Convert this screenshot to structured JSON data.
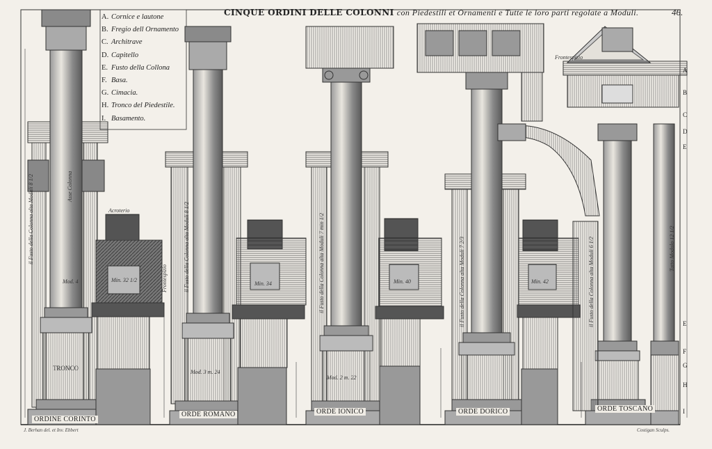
{
  "plate": {
    "title_main": "CINQUE ORDINI DELLE COLONNI",
    "title_sub": "con Piedestili et Ornamenti e Tutte le loro parti regolate a Moduli.",
    "page_number": "46.",
    "credit_left": "J. Berhan del. et Inv. Ebbert",
    "credit_right": "Costigan Sculps."
  },
  "legend": [
    {
      "key": "A.",
      "text": "Cornice e lautone"
    },
    {
      "key": "B.",
      "text": "Fregio dell Ornamento"
    },
    {
      "key": "C.",
      "text": "Architrave"
    },
    {
      "key": "D.",
      "text": "Capitello"
    },
    {
      "key": "E.",
      "text": "Fusto della Collona"
    },
    {
      "key": "F.",
      "text": "Basa."
    },
    {
      "key": "G.",
      "text": "Cimacia."
    },
    {
      "key": "H.",
      "text": "Tronco del Piedestile."
    },
    {
      "key": "I.",
      "text": "Basamento."
    }
  ],
  "orders": [
    {
      "label": "ORDINE CORINTO"
    },
    {
      "label": "ORDE ROMANO"
    },
    {
      "label": "ORDE IONICO"
    },
    {
      "label": "ORDE DORICO"
    },
    {
      "label": "ORDE TOSCANO"
    }
  ],
  "annotations": {
    "tronco": "TRONCO",
    "acroterio": "Acroterio",
    "frontespizio_l": "Frontespizio",
    "frontespizio_r": "Frontespizio",
    "asse_colonna": "Asse Colonna",
    "fusto_corinto": "il Fusto della Colonna alta Moduli 8 1/2",
    "fusto_romano": "il Fusto della Colonna alta Moduli 8 1/2",
    "fusto_ionico": "il Fusto della Colonna alta Moduli 7 min 1/2",
    "fusto_dorico": "il Fusto della Colonna alta Moduli 7 2/3",
    "fusto_toscano": "il Fusto della Colonna alta Moduli 6 1/2",
    "tutto_modulo": "Tutto Modulo 12 1/2",
    "mod_4": "Mod. 4",
    "min_32": "Min. 32 1/2",
    "min_34": "Min. 34",
    "min_40": "Min. 40",
    "min_42": "Min. 42",
    "mod2": "Mod. 2 m. 22",
    "mod3": "Mod. 3 m. 24"
  },
  "side_letters": [
    "A",
    "B",
    "C",
    "D",
    "E",
    "E",
    "F",
    "G",
    "H",
    "I"
  ]
}
